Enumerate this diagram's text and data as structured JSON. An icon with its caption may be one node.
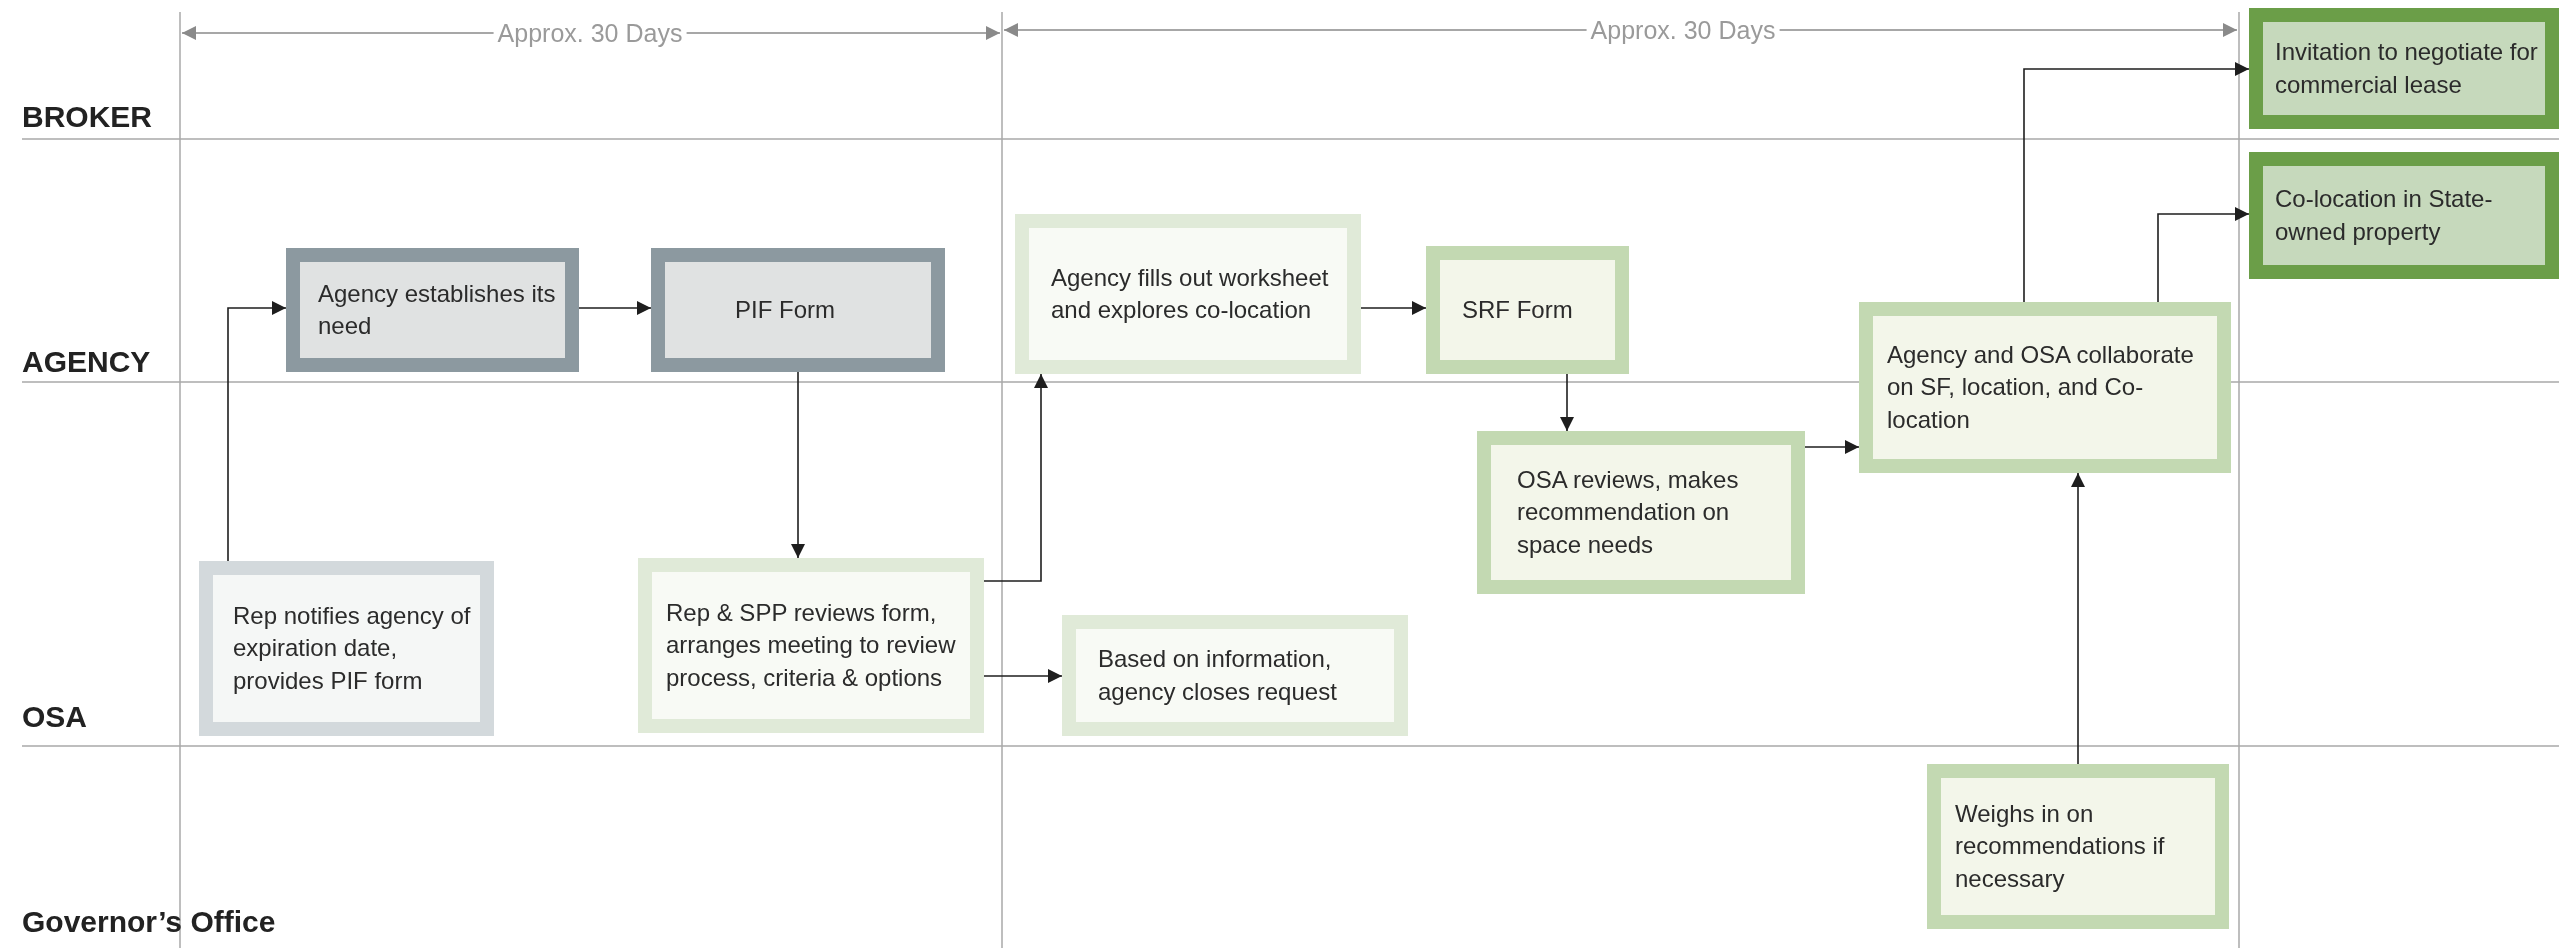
{
  "diagram": {
    "nodes": [
      {
        "text": [
          "Agency establishes its need"
        ]
      },
      {
        "text": [
          "PIF Form"
        ]
      },
      {
        "text": [
          "Rep notifies agency of expiration date, provides PIF form"
        ]
      },
      {
        "text": [
          "Rep & SPP reviews form, arranges meeting to review process, criteria & options"
        ]
      },
      {
        "text": [
          "Agency fills out worksheet and explores co-location"
        ]
      },
      {
        "text": [
          "Based on information, agency closes request"
        ]
      },
      {
        "text": [
          "SRF Form"
        ]
      },
      {
        "text": [
          "OSA reviews, makes recommendation on space needs"
        ]
      },
      {
        "text": [
          "Agency and OSA collaborate on SF, location, and Co-location"
        ]
      },
      {
        "text": [
          "Weighs in on recommendations if necessary"
        ]
      },
      {
        "text": [
          "Invitation to negotiate for commercial lease"
        ]
      },
      {
        "text": [
          "Co-location in State- owned property"
        ]
      }
    ],
    "edges": [
      {
        "from": 2,
        "to": 0,
        "arrow": "to"
      },
      {
        "from": 0,
        "to": 1,
        "arrow": "to"
      },
      {
        "from": 1,
        "to": 3,
        "arrow": "to"
      },
      {
        "from": 3,
        "to": 4,
        "arrow": "to"
      },
      {
        "from": 3,
        "to": 5,
        "arrow": "to"
      },
      {
        "from": 4,
        "to": 6,
        "arrow": "to"
      },
      {
        "from": 6,
        "to": 7,
        "arrow": "to"
      },
      {
        "from": 7,
        "to": 8,
        "arrow": "to"
      },
      {
        "from": 9,
        "to": 8,
        "arrow": "to"
      },
      {
        "from": 8,
        "to": 10,
        "arrow": "to"
      },
      {
        "from": 8,
        "to": 11,
        "arrow": "to"
      }
    ],
    "labels": [
      "Approx. 30 Days",
      "Approx. 30 Days",
      "BROKER",
      "AGENCY",
      "OSA",
      "Governor’s Office"
    ]
  }
}
